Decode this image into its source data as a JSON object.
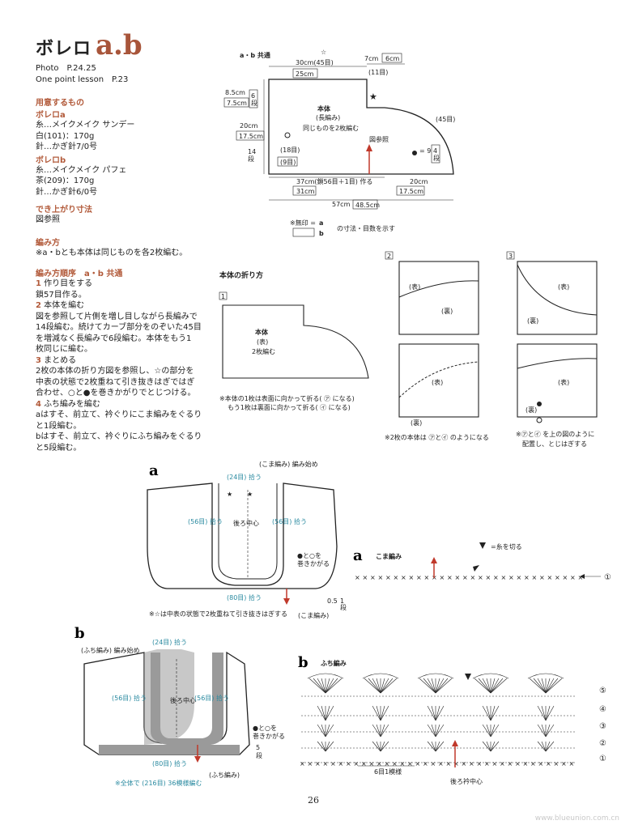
{
  "header": {
    "title": "ボレロ",
    "title_ab": "a.b"
  },
  "meta": {
    "photo": "Photo　P.24.25",
    "lesson": "One point lesson　P.23"
  },
  "materials": {
    "heading": "用意するもの",
    "bolero_a": "ボレロa",
    "a_lines": [
      "糸…メイクメイク サンデー",
      "白(101)：170g",
      "針…かぎ針7/0号"
    ],
    "bolero_b": "ボレロb",
    "b_lines": [
      "糸…メイクメイク パフェ",
      "茶(209)：170g",
      "針…かぎ針6/0号"
    ]
  },
  "size": {
    "heading": "でき上がり寸法",
    "text": "図参照"
  },
  "knit": {
    "heading": "編み方",
    "text": "※a・bとも本体は同じものを各2枚編む。"
  },
  "order": {
    "heading": "編み方順序　a・b 共通",
    "steps": [
      {
        "n": "1",
        "title": "作り目をする",
        "lines": [
          "鎖57目作る。"
        ]
      },
      {
        "n": "2",
        "title": "本体を編む",
        "lines": [
          "図を参照して片側を増し目しながら長編みで",
          "14段編む。続けてカーブ部分をのぞいた45目",
          "を増減なく長編みで6段編む。本体をもう1",
          "枚同じに編む。"
        ]
      },
      {
        "n": "3",
        "title": "まとめる",
        "lines": [
          "2枚の本体の折り方図を参照し、☆の部分を",
          "中表の状態で2枚重ねて引き抜きはぎではぎ",
          "合わせ、○と●を巻きかがりでとじつける。"
        ]
      },
      {
        "n": "4",
        "title": "ふち編みを編む",
        "lines": [
          "aはすそ、前立て、衿ぐりにこま編みをぐるり",
          "と1段編む。",
          "bはすそ、前立て、衿ぐりにふち編みをぐるり",
          "と5段編む。"
        ]
      }
    ]
  },
  "main_diagram": {
    "label": "a・b 共通",
    "w30": "30cm(45目)",
    "w25": "25cm",
    "w7": "7cm",
    "w6": "6cm",
    "m11": "(11目)",
    "h85": "8.5cm",
    "h75": "7.5cm",
    "r6": "6",
    "r6u": "段",
    "h20": "20cm",
    "h175": "17.5cm",
    "r14": "14",
    "r14u": "段",
    "body": "本体",
    "body2": "(長編み)",
    "body3": "同じものを2枚編む",
    "ref": "図参照",
    "m18": "(18目)",
    "m9": "(9目)",
    "m45": "(45目)",
    "eq9": "= 9",
    "eq4": "4",
    "eqd": "段",
    "w37": "37cm(鎖56目＋1目) 作る",
    "w31": "31cm",
    "w20": "20cm",
    "w175": "17.5cm",
    "w57": "57cm",
    "w485": "48.5cm",
    "legend1": "※無印 =",
    "legend_a": "a",
    "legend_b": "b",
    "legend2": "の寸法・目数を示す"
  },
  "fold": {
    "heading": "本体の折り方",
    "n1": "1",
    "n2": "2",
    "n3": "3",
    "body": "本体",
    "front": "(表)",
    "count": "2枚編む",
    "note1": "※本体の1枚は表面に向かって折る( ㋐ になる)",
    "note2": "もう1枚は裏面に向かって折る( ㋑ になる)",
    "omote": "(表)",
    "ura": "(裏)",
    "note3": "※2枚の本体は ㋐と㋑ のようになる",
    "note4": "※㋐と㋑ を上の図のように",
    "note5": "配置し、とじはぎする"
  },
  "a_diagram": {
    "label": "a",
    "start": "(こま編み) 編み始め",
    "m24": "(24目) 拾う",
    "m56l": "(56目) 拾う",
    "m56r": "(56目) 拾う",
    "back": "後ろ中心",
    "wrap": "●と○を",
    "wrap2": "巻きかがる",
    "m80": "(80目) 拾う",
    "r05": "0.5",
    "r1": "1",
    "rd": "段",
    "sc": "(こま編み)",
    "note": "※☆は中表の状態で2枚重ねて引き抜きはぎする"
  },
  "b_diagram": {
    "label": "b",
    "start": "(ふち編み) 編み始め",
    "m24": "(24目) 拾う",
    "m56l": "(56目) 拾う",
    "m56r": "(56目) 拾う",
    "back": "後ろ中心",
    "wrap": "●と○を",
    "wrap2": "巻きかがる",
    "r5": "5",
    "rd": "段",
    "m80": "(80目) 拾う",
    "edge": "(ふち編み)",
    "note": "※全体で (216目) 36模様編む"
  },
  "stitch_a": {
    "label": "a",
    "title": "こま編み",
    "cut": "=糸を切る",
    "row": "①"
  },
  "stitch_b": {
    "label": "b",
    "title": "ふち編み",
    "rows": [
      "⑤",
      "④",
      "③",
      "②",
      "①"
    ],
    "repeat": "6目1模様",
    "back": "後ろ衿中心"
  },
  "footer": {
    "page": "26",
    "watermark": "www.blueunion.com.cn"
  }
}
